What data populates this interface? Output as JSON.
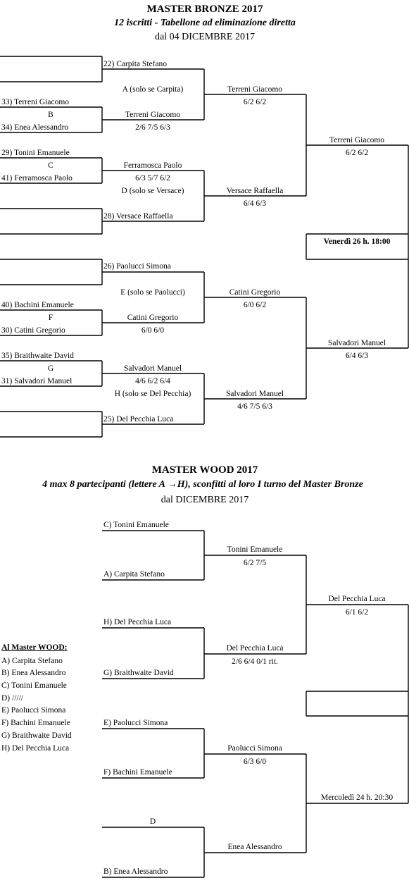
{
  "bronze": {
    "title": "MASTER  BRONZE  2017",
    "subtitle": "12 iscritti - Tabellone ad eliminazione diretta",
    "date": "dal 04 DICEMBRE 2017",
    "r1": {
      "carpita": "22) Carpita Stefano",
      "terreni": "33) Terreni Giacomo",
      "b": "B",
      "enea": "34) Enea Alessandro",
      "tonini": "29) Tonini Emanuele",
      "c": "C",
      "ferramosca": "41) Ferramosca Paolo",
      "versace": "28) Versace Raffaella",
      "paolucci": "26) Paolucci Simona",
      "bachini": "40) Bachini Emanuele",
      "f": "F",
      "catini": "30) Catini Gregorio",
      "braithwaite": "35) Braithwaite David",
      "g": "G",
      "salvadori": "31) Salvadori Manuel",
      "delpecchia": "25) Del Pecchia Luca"
    },
    "r2": {
      "a_note": "A (solo se Carpita)",
      "terreni_name": "Terreni Giacomo",
      "terreni_score": "2/6  7/5  6/3",
      "ferramosca_name": "Ferramosca Paolo",
      "ferramosca_score": "6/3  5/7  6/2",
      "d_note": "D (solo se Versace)",
      "e_note": "E (solo se Paolucci)",
      "catini_name": "Catini Gregorio",
      "catini_score": "6/0  6/0",
      "salvadori_name": "Salvadori Manuel",
      "salvadori_score": "4/6  6/2  6/4",
      "h_note": "H (solo se Del Pecchia)"
    },
    "r3": {
      "terreni_name": "Terreni Giacomo",
      "terreni_score": "6/2  6/2",
      "versace_name": "Versace Raffaella",
      "versace_score": "6/4  6/3",
      "catini_name": "Catini Gregorio",
      "catini_score": "6/0  6/2",
      "salvadori_name": "Salvadori Manuel",
      "salvadori_score": "4/6  7/5  6/3"
    },
    "r4": {
      "terreni_name": "Terreni Giacomo",
      "terreni_score": "6/2  6/2",
      "salvadori_name": "Salvadori Manuel",
      "salvadori_score": "6/4  6/3"
    },
    "final": "Venerdì 26 h. 18:00"
  },
  "wood": {
    "title": "MASTER  WOOD  2017",
    "subtitle": "4 max 8 partecipanti (lettere A →H), sconfitti al loro I turno del Master Bronze",
    "date": "dal    DICEMBRE 2017",
    "r1": {
      "tonini": "C) Tonini Emanuele",
      "carpita": "A) Carpita Stefano",
      "delpecchia": "H) Del Pecchia Luca",
      "braithwaite": "G) Braithwaite David",
      "paolucci": "E) Paolucci Simona",
      "bachini": "F) Bachini Emanuele",
      "d": "D",
      "enea": "B) Enea Alessandro"
    },
    "r2": {
      "tonini_name": "Tonini Emanuele",
      "tonini_score": "6/2  7/5",
      "delpecchia_name": "Del Pecchia Luca",
      "delpecchia_score": "2/6  6/4  0/1  rit.",
      "paolucci_name": "Paolucci Simona",
      "paolucci_score": "6/3  6/0",
      "enea_name": "Enea Alessandro"
    },
    "r3": {
      "delpecchia_name": "Del Pecchia Luca",
      "delpecchia_score": "6/1  6/2",
      "schedule": "Mercoledì 24 h. 20:30"
    },
    "list": {
      "heading": "Al Master WOOD:",
      "items": [
        "A) Carpita Stefano",
        "B) Enea Alessandro",
        "C) Tonini Emanuele",
        "D) /////",
        "E) Paolucci Simona",
        "F) Bachini Emanuele",
        "G) Braithwaite David",
        "H) Del Pecchia Luca"
      ]
    }
  }
}
